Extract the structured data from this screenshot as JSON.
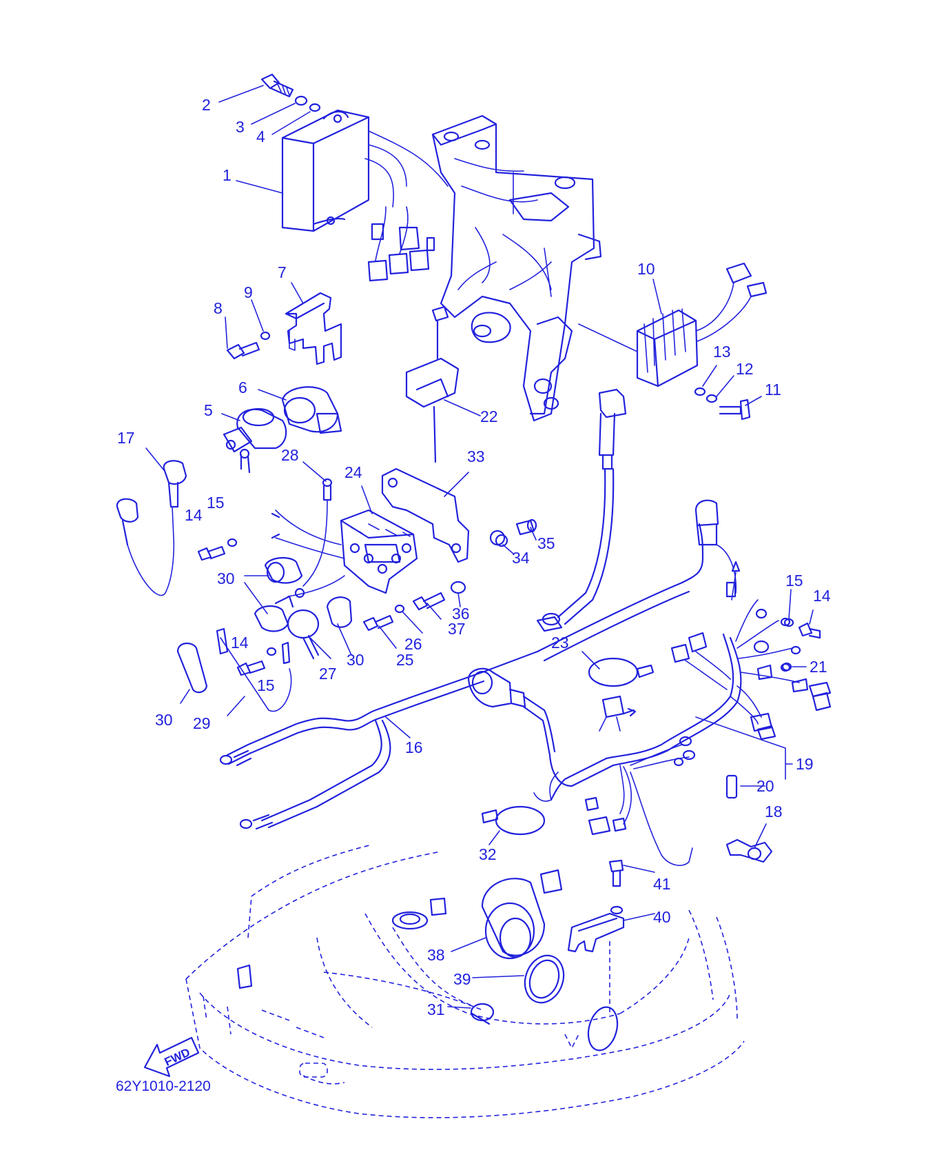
{
  "diagram": {
    "part_code": "62Y1010-2120",
    "direction_label": "FWD",
    "callouts": [
      {
        "label": "1"
      },
      {
        "label": "2"
      },
      {
        "label": "3"
      },
      {
        "label": "4"
      },
      {
        "label": "5"
      },
      {
        "label": "6"
      },
      {
        "label": "7"
      },
      {
        "label": "8"
      },
      {
        "label": "9"
      },
      {
        "label": "10"
      },
      {
        "label": "11"
      },
      {
        "label": "12"
      },
      {
        "label": "13"
      },
      {
        "label": "14"
      },
      {
        "label": "15"
      },
      {
        "label": "17"
      },
      {
        "label": "28"
      },
      {
        "label": "24"
      },
      {
        "label": "33"
      },
      {
        "label": "22"
      },
      {
        "label": "35"
      },
      {
        "label": "34"
      },
      {
        "label": "30"
      },
      {
        "label": "36"
      },
      {
        "label": "37"
      },
      {
        "label": "26"
      },
      {
        "label": "25"
      },
      {
        "label": "30"
      },
      {
        "label": "27"
      },
      {
        "label": "14"
      },
      {
        "label": "15"
      },
      {
        "label": "30"
      },
      {
        "label": "29"
      },
      {
        "label": "16"
      },
      {
        "label": "23"
      },
      {
        "label": "15"
      },
      {
        "label": "14"
      },
      {
        "label": "21"
      },
      {
        "label": "19"
      },
      {
        "label": "20"
      },
      {
        "label": "18"
      },
      {
        "label": "32"
      },
      {
        "label": "41"
      },
      {
        "label": "40"
      },
      {
        "label": "38"
      },
      {
        "label": "39"
      },
      {
        "label": "31"
      }
    ]
  }
}
